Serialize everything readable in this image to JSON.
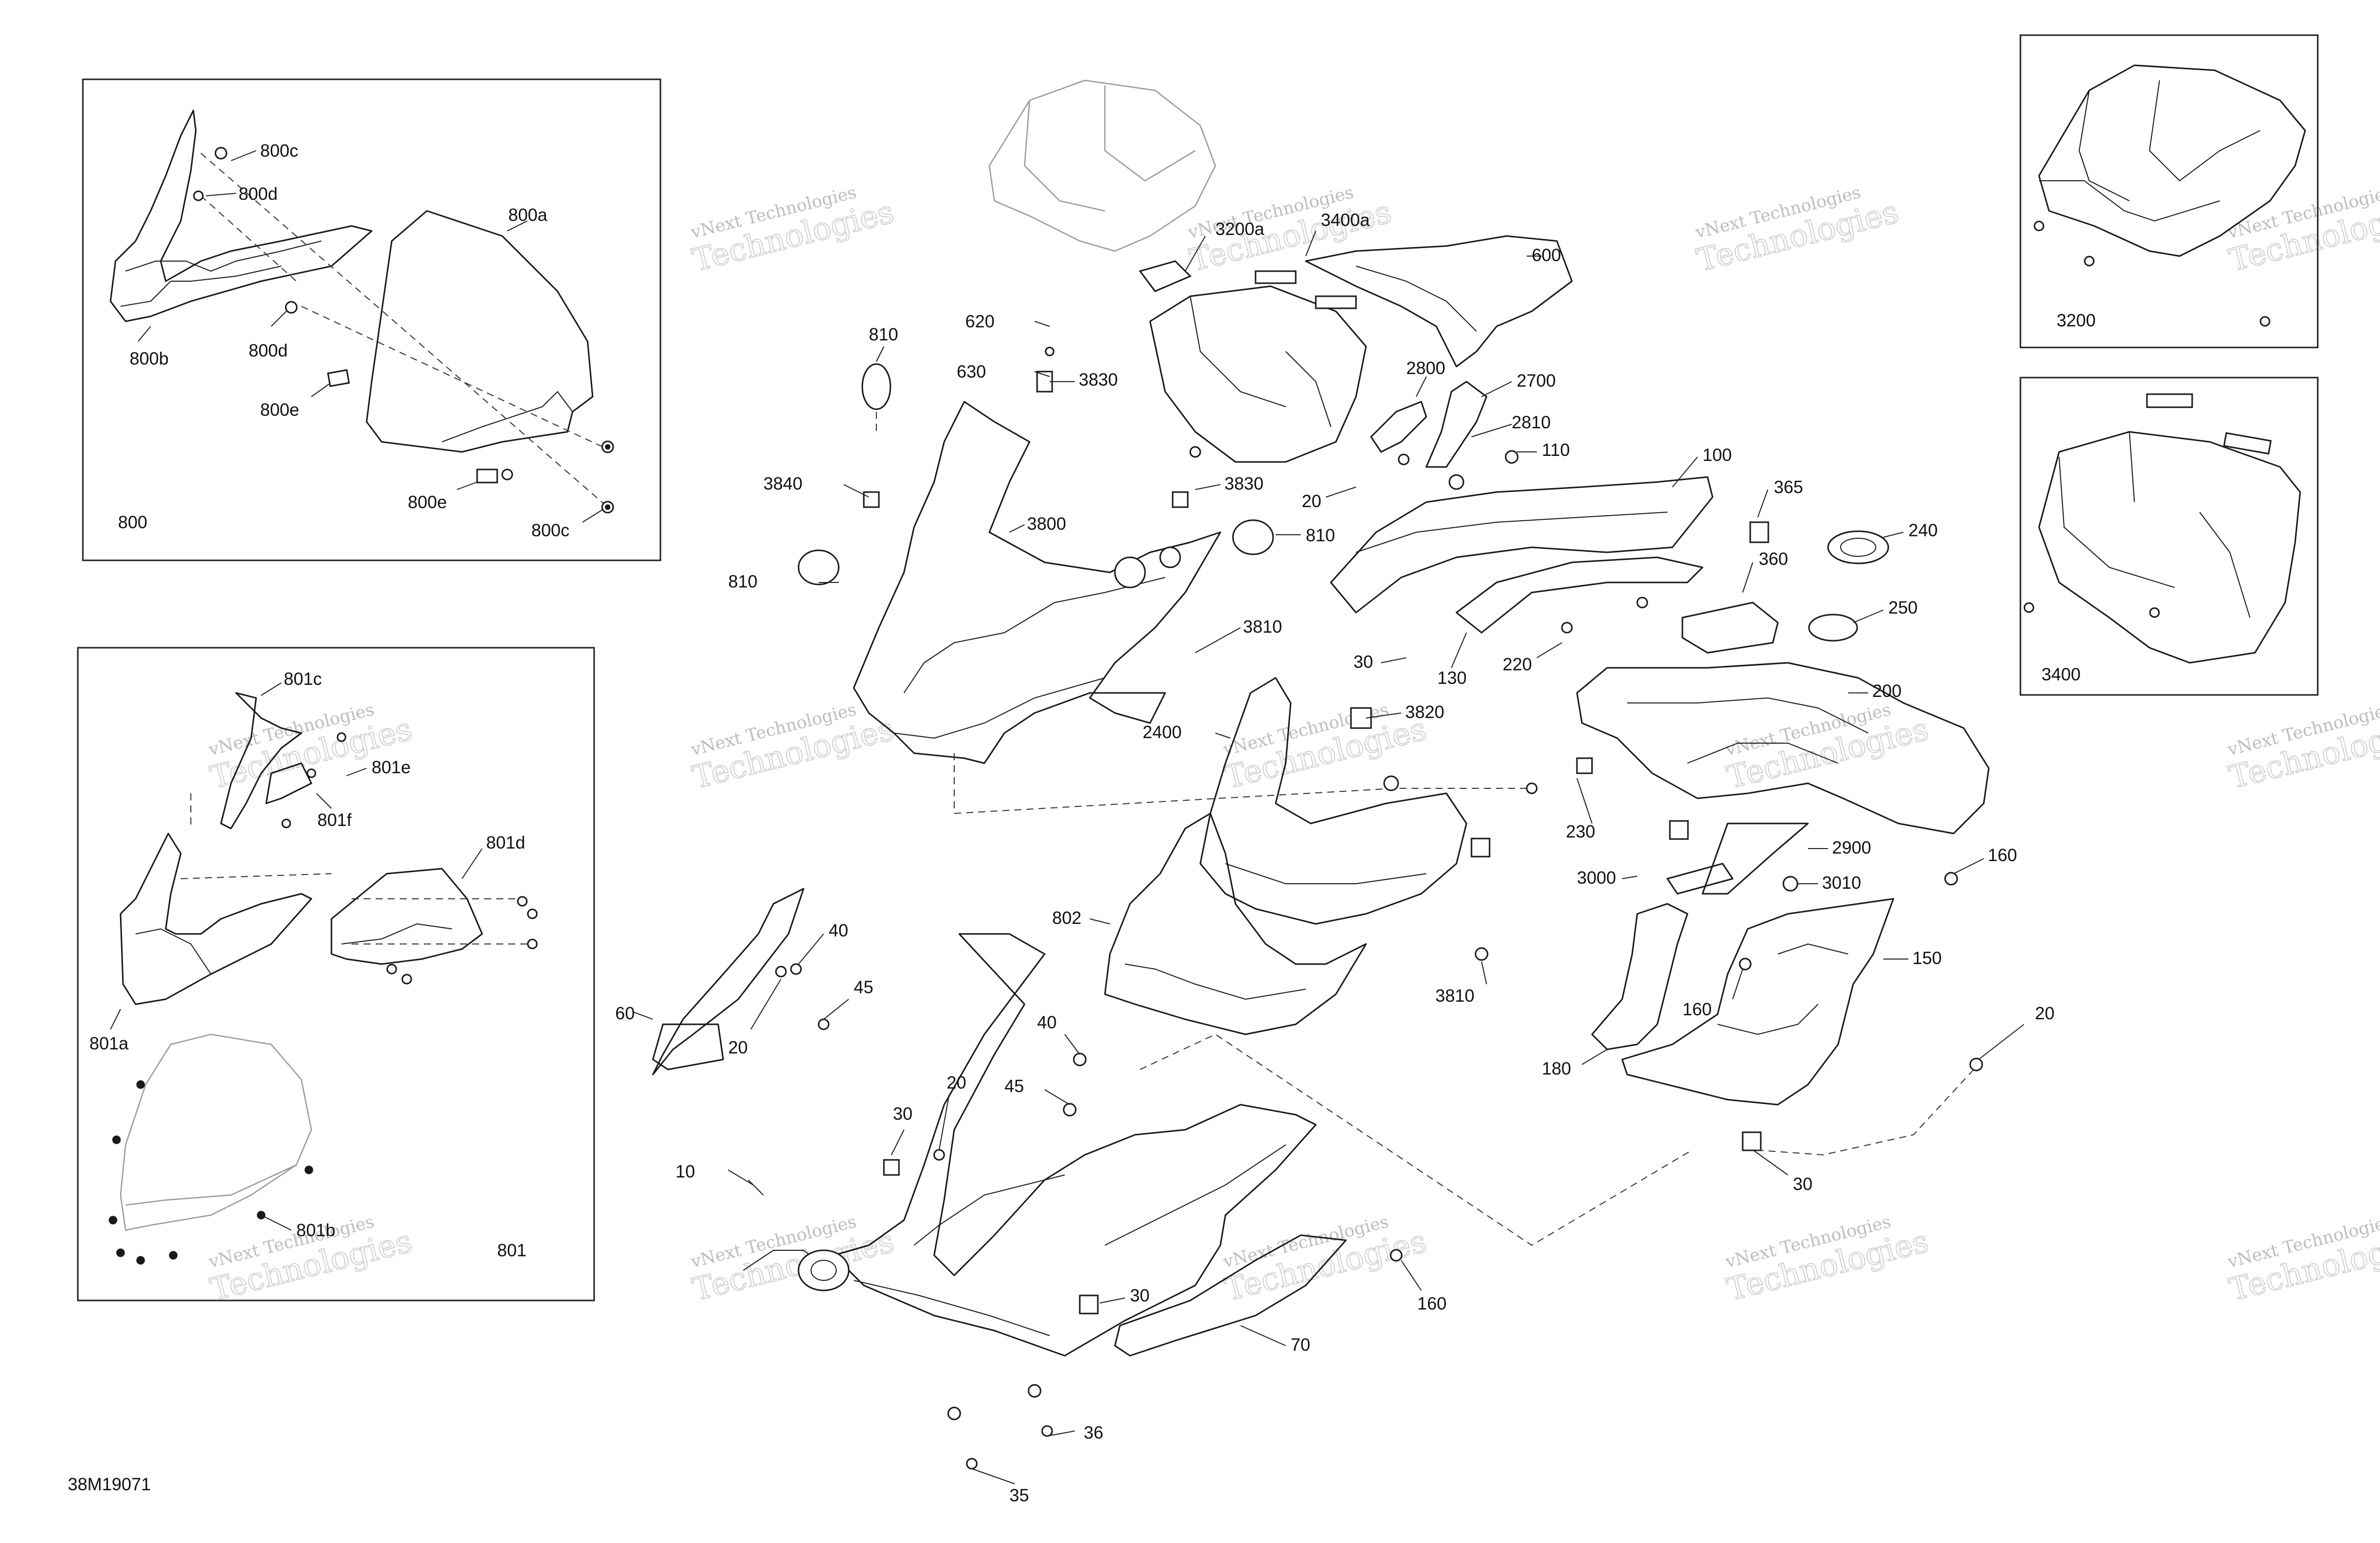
{
  "diagram": {
    "drawing_number": "38M19071",
    "watermark": {
      "line1": "vNext Technologies",
      "line2": "Technologies"
    },
    "box_labels": [
      "800",
      "801",
      "3200",
      "3400"
    ],
    "callouts": [
      "800c",
      "800a",
      "800d",
      "800b",
      "800d",
      "800e",
      "800e",
      "800c",
      "801c",
      "801e",
      "801f",
      "801d",
      "801a",
      "801b",
      "810",
      "620",
      "630",
      "3830",
      "3200a",
      "3400a",
      "600",
      "2800",
      "2700",
      "2810",
      "110",
      "3840",
      "3800",
      "3830",
      "20",
      "810",
      "810",
      "100",
      "365",
      "360",
      "240",
      "250",
      "3810",
      "30",
      "130",
      "220",
      "3820",
      "2400",
      "200",
      "230",
      "2900",
      "3000",
      "3010",
      "160",
      "802",
      "150",
      "160",
      "3810",
      "40",
      "45",
      "60",
      "20",
      "180",
      "20",
      "40",
      "45",
      "20",
      "30",
      "10",
      "30",
      "160",
      "70",
      "36",
      "35",
      "30"
    ]
  }
}
